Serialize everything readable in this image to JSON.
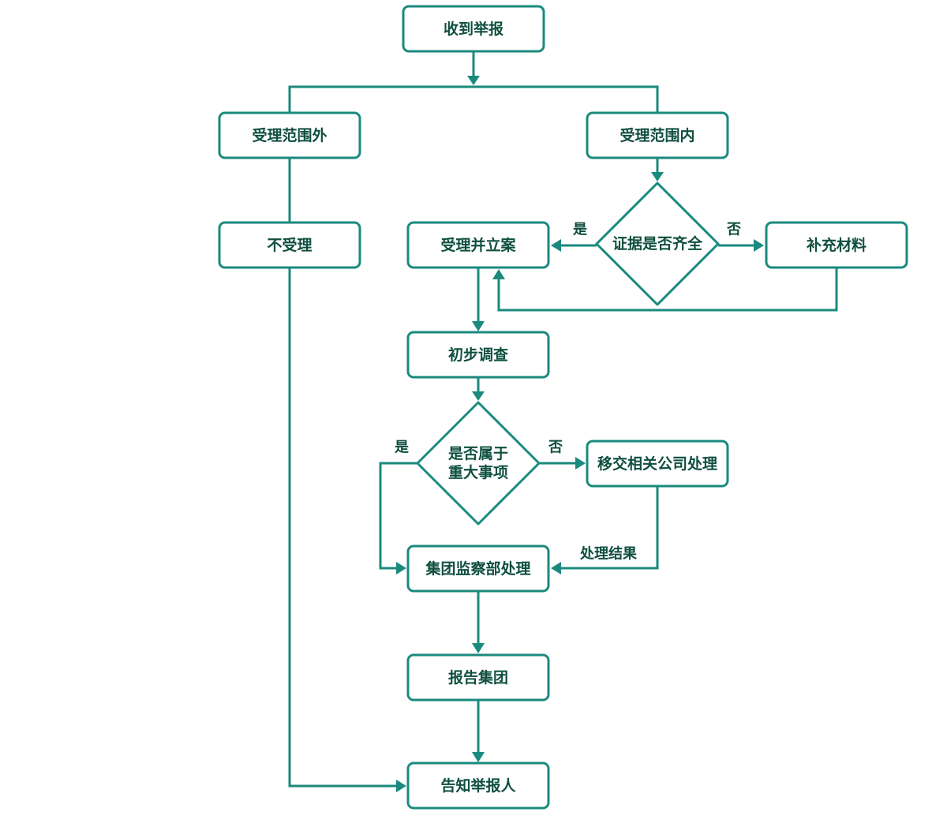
{
  "colors": {
    "stroke": "#1a8a7e",
    "text": "#0f4f3f",
    "background": "#ffffff"
  },
  "nodes": {
    "receive_report": "收到举报",
    "out_of_scope": "受理范围外",
    "in_scope": "受理范围内",
    "not_accepted": "不受理",
    "accept_file": "受理并立案",
    "evidence_check": "证据是否齐全",
    "supplement": "补充材料",
    "preliminary": "初步调查",
    "major_line1": "是否属于",
    "major_line2": "重大事项",
    "transfer": "移交相关公司处理",
    "supervision": "集团监察部处理",
    "report_group": "报告集团",
    "notify": "告知举报人"
  },
  "labels": {
    "yes_evidence": "是",
    "no_evidence": "否",
    "yes_major": "是",
    "no_major": "否",
    "result": "处理结果"
  }
}
